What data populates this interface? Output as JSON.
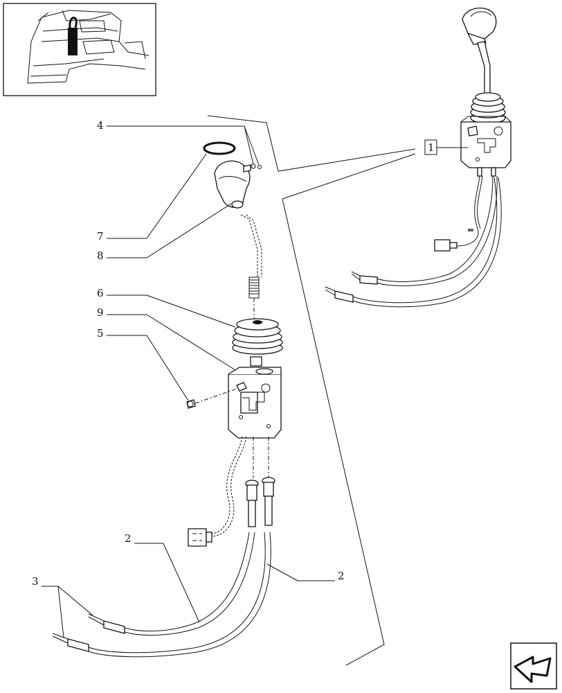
{
  "callouts": {
    "c1": "1",
    "c2a": "2",
    "c2b": "2",
    "c3": "3",
    "c4": "4",
    "c5": "5",
    "c6": "6",
    "c7": "7",
    "c8": "8",
    "c9": "9"
  },
  "icons": {
    "location": "cab-location-thumbnail-icon",
    "nav": "previous-page-arrow-icon"
  }
}
